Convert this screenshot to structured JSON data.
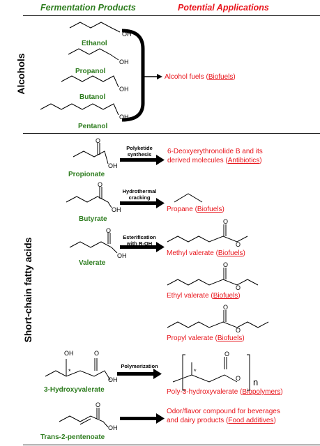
{
  "header": {
    "left": "Fermentation Products",
    "right": "Potential Applications"
  },
  "sections": {
    "alcohols": "Alcohols",
    "scfa": "Short-chain fatty acids"
  },
  "alcohols": {
    "names": [
      "Ethanol",
      "Propanol",
      "Butanol",
      "Pentanol"
    ],
    "oh_label": "OH",
    "application": {
      "text": "Alcohol fuels (",
      "link": "Biofuels",
      "tail": ")"
    }
  },
  "acids": [
    {
      "name": "Propionate",
      "reaction": [
        "Polyketide",
        "synthesis"
      ],
      "app_lines": [
        "6-Deoxyerythronolide B and its"
      ],
      "app_pre": "derived molecules (",
      "app_link": "Antibiotics",
      "app_post": ")"
    },
    {
      "name": "Butyrate",
      "reaction": [
        "Hydrothermal",
        "cracking"
      ],
      "app_pre": "Propane (",
      "app_link": "Biofuels",
      "app_post": ")"
    },
    {
      "name": "Valerate",
      "reaction": [
        "Esterification",
        "with R-OH"
      ],
      "app_pre": "Methyl valerate (",
      "app_link": "Biofuels",
      "app_post": ")"
    },
    {
      "name": "3-Hydroxyvalerate",
      "reaction": [
        "Polymerization"
      ],
      "app_pre": "Poly-3-hydroxyvalerate (",
      "app_link": "Biopolymers",
      "app_post": ")"
    },
    {
      "name": "Trans-2-pentenoate",
      "reaction": [],
      "app_lines": [
        "Odor/flavor compound for beverages"
      ],
      "app_pre": "and dairy products (",
      "app_link": "Food additives",
      "app_post": ")"
    }
  ],
  "esters": [
    {
      "pre": "Ethyl valerate (",
      "link": "Biofuels",
      "post": ")"
    },
    {
      "pre": "Propyl valerate (",
      "link": "Biofuels",
      "post": ")"
    }
  ],
  "atoms": {
    "O": "O",
    "OH": "OH",
    "HO_top": "OH",
    "star": "*",
    "n": "n"
  }
}
